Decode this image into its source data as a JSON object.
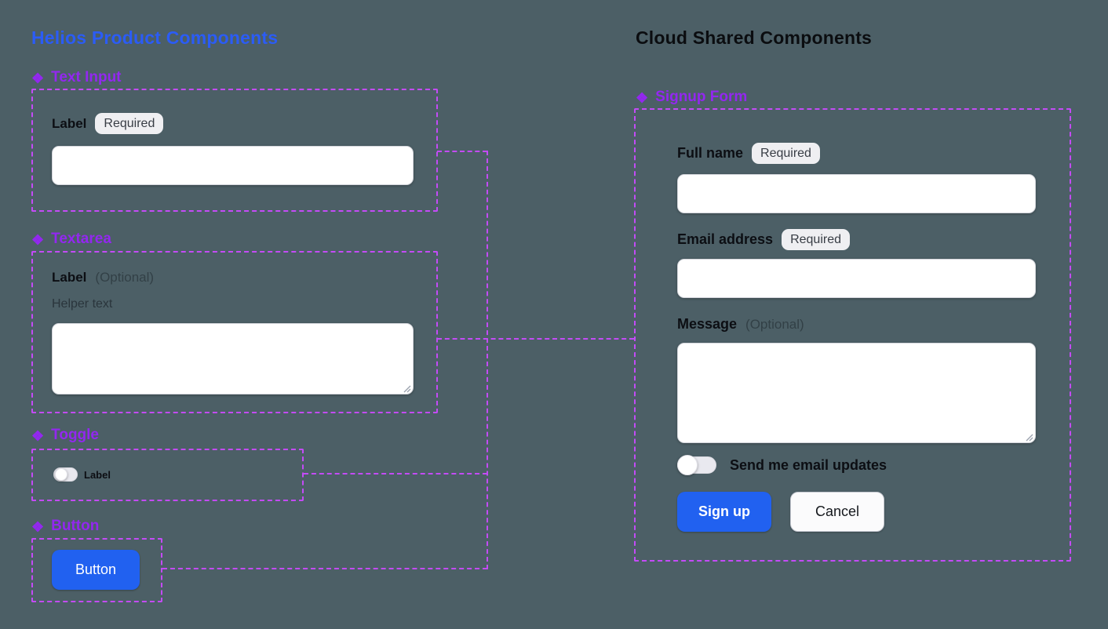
{
  "icons": {
    "component_glyph": "❖"
  },
  "colors": {
    "background": "#4C5F66",
    "title_blue": "#2B5CF6",
    "heading_purple": "#9327F0",
    "annotation_border_purple": "#C44BF7",
    "button_blue": "#2161F0",
    "badge_background": "#EFEFF2"
  },
  "left": {
    "title": "Helios Product Components",
    "text_input": {
      "heading": "Text Input",
      "label": "Label",
      "badge": "Required",
      "value": ""
    },
    "textarea": {
      "heading": "Textarea",
      "label": "Label",
      "optional": "(Optional)",
      "helper": "Helper text",
      "value": ""
    },
    "toggle": {
      "heading": "Toggle",
      "label": "Label",
      "checked": false
    },
    "button": {
      "heading": "Button",
      "label": "Button"
    }
  },
  "right": {
    "title": "Cloud Shared Components",
    "form": {
      "heading": "Signup Form",
      "full_name": {
        "label": "Full name",
        "badge": "Required",
        "value": ""
      },
      "email": {
        "label": "Email address",
        "badge": "Required",
        "value": ""
      },
      "message": {
        "label": "Message",
        "optional": "(Optional)",
        "value": ""
      },
      "updates_toggle": {
        "label": "Send me email updates",
        "checked": false
      },
      "submit_label": "Sign up",
      "cancel_label": "Cancel"
    }
  }
}
